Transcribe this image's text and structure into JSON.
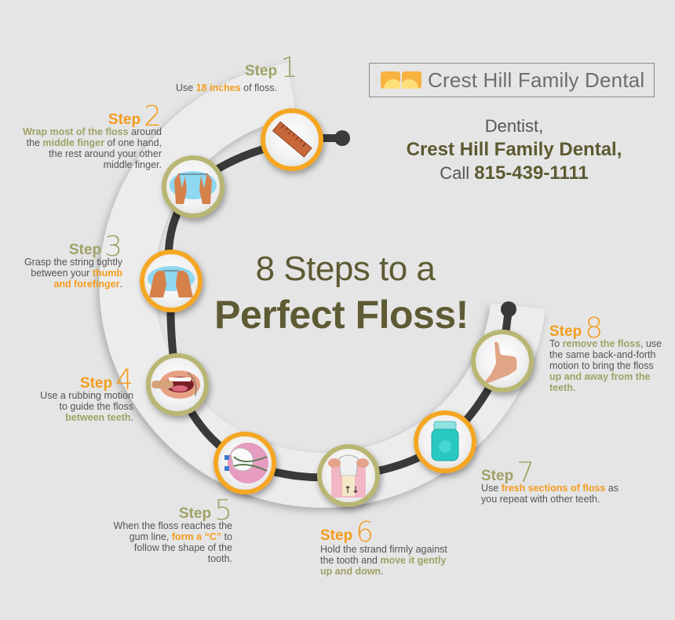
{
  "brand": {
    "logo_text": "Crest Hill Family Dental",
    "logo_icon": "twin-sun-icon",
    "colors": {
      "orange": "#f39c1e",
      "olive": "#9fa267",
      "dark_olive": "#5e5b34",
      "track": "#3a3a3a",
      "background": "#e5e5e5"
    }
  },
  "contact": {
    "line1": "Dentist,",
    "line2": "Crest Hill Family Dental,",
    "call_label": "Call",
    "phone": "815-439-1111"
  },
  "title": {
    "line1": "8 Steps to a",
    "line2": "Perfect Floss!"
  },
  "steps": [
    {
      "label": "Step",
      "number": "1",
      "icon": "ruler-icon",
      "text": [
        {
          "t": "Use "
        },
        {
          "t": "18 inches",
          "hl": "o"
        },
        {
          "t": " of floss."
        }
      ]
    },
    {
      "label": "Step",
      "number": "2",
      "icon": "hands-wrapped-floss-icon",
      "text": [
        {
          "t": "Wrap most of the floss",
          "hl": "g"
        },
        {
          "t": " around the "
        },
        {
          "t": "middle finger",
          "hl": "g"
        },
        {
          "t": " of one hand, the rest around your other middle finger."
        }
      ]
    },
    {
      "label": "Step",
      "number": "3",
      "icon": "thumb-forefinger-grip-icon",
      "text": [
        {
          "t": "Grasp the string tightly between your "
        },
        {
          "t": "thumb and forefinger",
          "hl": "o"
        },
        {
          "t": "."
        }
      ]
    },
    {
      "label": "Step",
      "number": "4",
      "icon": "mouth-flossing-icon",
      "text": [
        {
          "t": "Use a rubbing motion to guide the floss "
        },
        {
          "t": "between teeth",
          "hl": "g"
        },
        {
          "t": "."
        }
      ]
    },
    {
      "label": "Step",
      "number": "5",
      "icon": "floss-c-shape-tooth-icon",
      "text": [
        {
          "t": "When the floss reaches the gum line, "
        },
        {
          "t": "form a “C”",
          "hl": "o"
        },
        {
          "t": " to follow the shape of the tooth."
        }
      ]
    },
    {
      "label": "Step",
      "number": "6",
      "icon": "tooth-up-down-icon",
      "text": [
        {
          "t": "Hold the strand firmly against the tooth and "
        },
        {
          "t": "move it gently up and down",
          "hl": "g"
        },
        {
          "t": "."
        }
      ]
    },
    {
      "label": "Step",
      "number": "7",
      "icon": "floss-container-icon",
      "text": [
        {
          "t": "Use "
        },
        {
          "t": "fresh sections of floss",
          "hl": "o"
        },
        {
          "t": " as you repeat with other teeth."
        }
      ]
    },
    {
      "label": "Step",
      "number": "8",
      "icon": "thumbs-up-icon",
      "text": [
        {
          "t": "To "
        },
        {
          "t": "remove the floss",
          "hl": "g"
        },
        {
          "t": ", use the same back-and-forth motion to bring the floss "
        },
        {
          "t": "up and away from the teeth",
          "hl": "g"
        },
        {
          "t": "."
        }
      ]
    }
  ]
}
